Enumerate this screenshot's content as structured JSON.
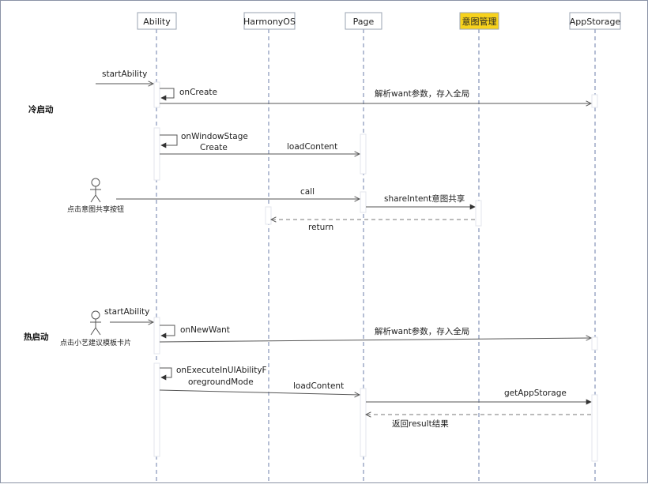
{
  "participants": [
    {
      "id": "ability",
      "label": "Ability",
      "highlight": false
    },
    {
      "id": "harmony",
      "label": "HarmonyOS",
      "highlight": false
    },
    {
      "id": "page",
      "label": "Page",
      "highlight": false
    },
    {
      "id": "intent",
      "label": "意图管理",
      "highlight": true
    },
    {
      "id": "storage",
      "label": "AppStorage",
      "highlight": false
    }
  ],
  "phases": {
    "cold": "冷启动",
    "hot": "热启动"
  },
  "actors": {
    "share_button": "点击意图共享按钮",
    "xiaoyi_card": "点击小艺建议模板卡片"
  },
  "messages": {
    "cold_start_ability": "startAbility",
    "cold_on_create": "onCreate",
    "cold_parse_want": "解析want参数，存入全局",
    "cold_on_window_stage_1": "onWindowStage",
    "cold_on_window_stage_2": "Create",
    "cold_load_content": "loadContent",
    "call": "call",
    "share_intent": "shareIntent意图共享",
    "return": "return",
    "hot_start_ability": "startAbility",
    "hot_on_new_want": "onNewWant",
    "hot_parse_want": "解析want参数，存入全局",
    "hot_on_execute_1": "onExecuteInUIAbilityF",
    "hot_on_execute_2": "oregroundMode",
    "hot_load_content": "loadContent",
    "get_app_storage": "getAppStorage",
    "return_result": "返回result结果"
  },
  "colors": {
    "line": "#555555",
    "lifeline": "#6b7ea8",
    "box_border": "#9aa3b2",
    "highlight": "#f7d21c"
  }
}
